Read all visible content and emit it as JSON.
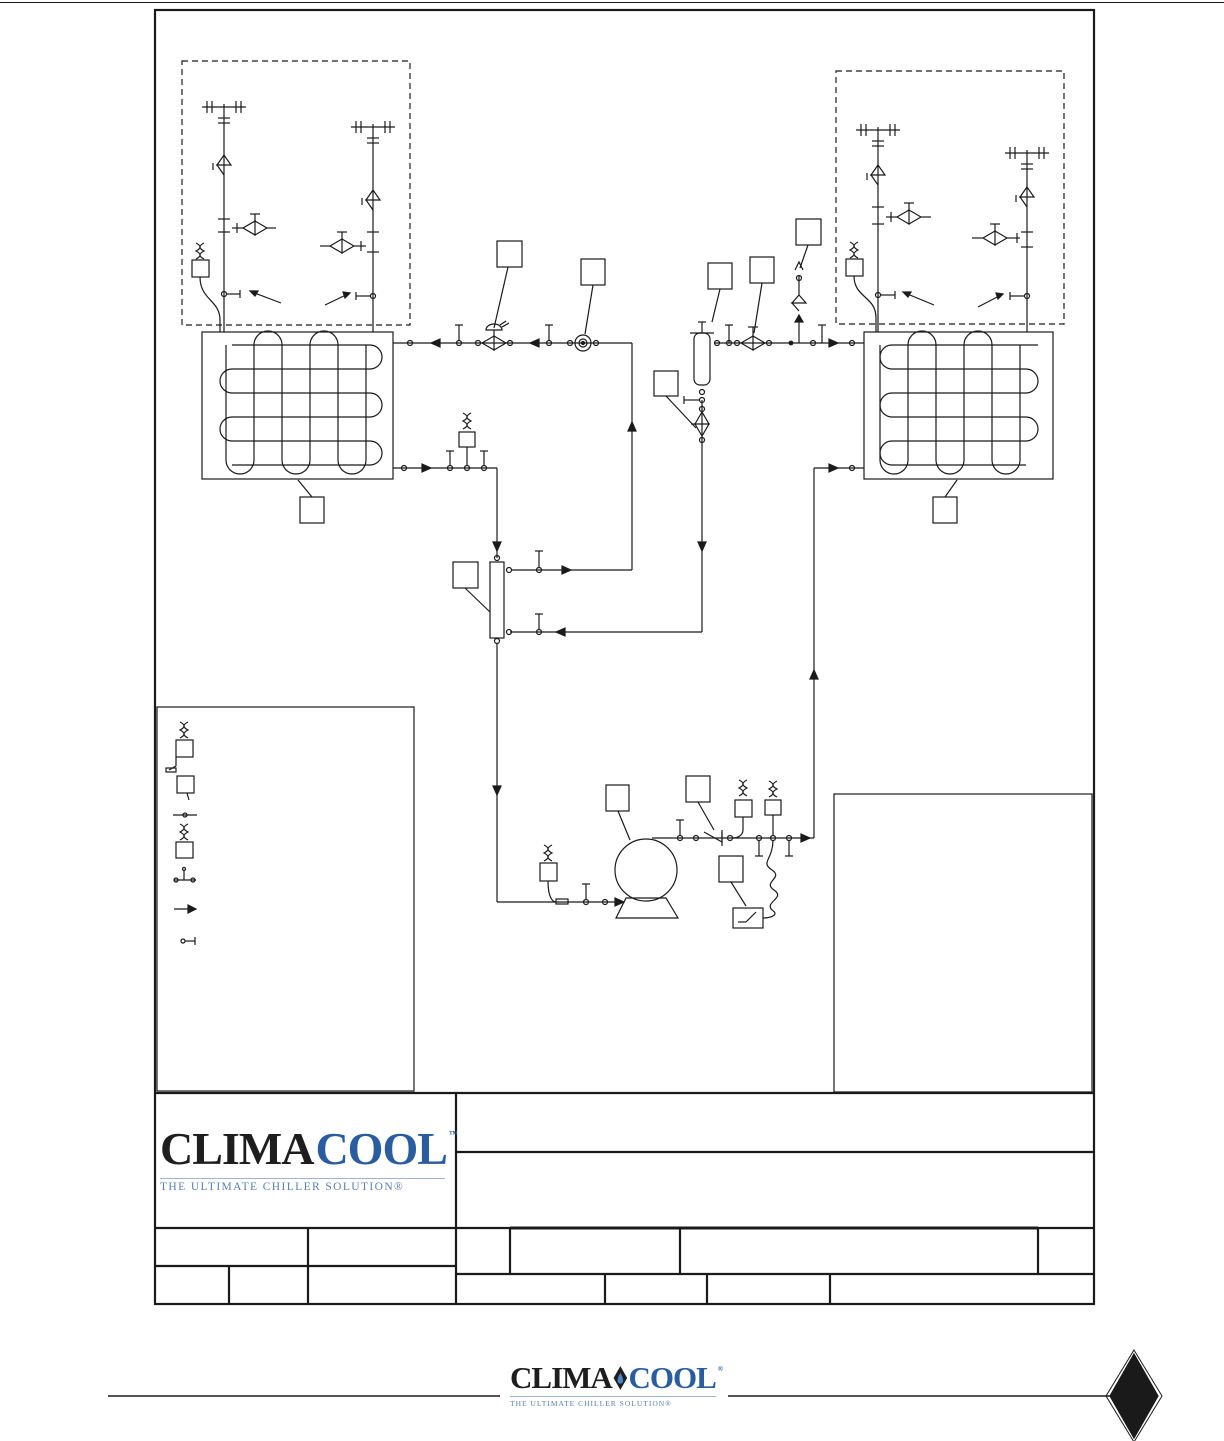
{
  "document": {
    "brand_logo": {
      "wordmark_left": "CLIMA",
      "wordmark_right": "COOL",
      "trademark": "™",
      "tagline": "THE ULTIMATE CHILLER SOLUTION®"
    },
    "footer_logo": {
      "wordmark_left": "CLIMA",
      "wordmark_right": "COOL",
      "trademark": "®",
      "tagline": "THE ULTIMATE CHILLER SOLUTION®"
    },
    "callout_count": 12,
    "colors": {
      "line": "#1a1a1a",
      "brand_blue": "#2a5d9f",
      "brand_dark": "#1e1e1e"
    },
    "icons": [
      "pressure-transducer-icon",
      "ball-valve-icon",
      "solenoid-valve-icon",
      "sight-glass-icon",
      "filter-drier-icon",
      "heat-exchanger-icon",
      "compressor-icon",
      "check-valve-icon",
      "pressure-switch-icon",
      "access-port-icon",
      "flow-arrow-icon",
      "service-valve-icon",
      "relief-valve-icon",
      "company-diamond-icon"
    ]
  }
}
